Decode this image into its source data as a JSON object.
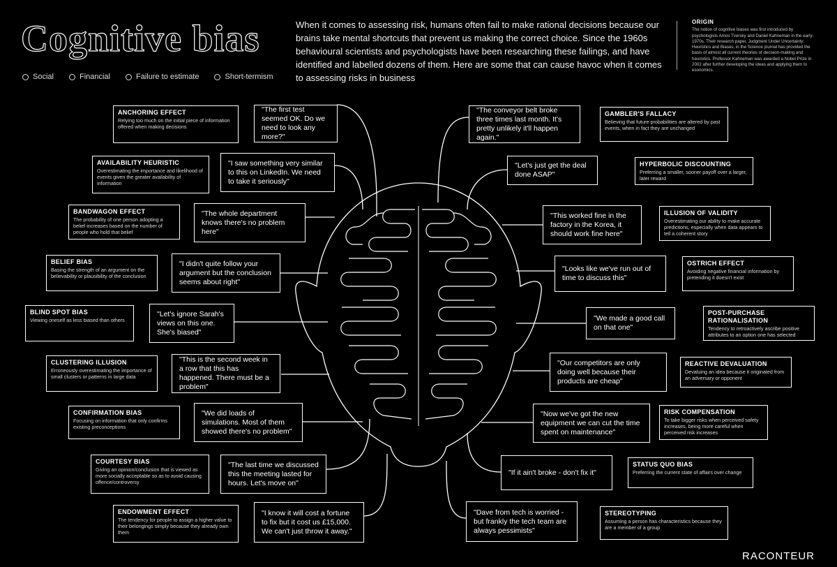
{
  "title": "Cognitive bias",
  "legend": [
    "Social",
    "Financial",
    "Failure to estimate",
    "Short-termism"
  ],
  "intro": "When it comes to assessing risk, humans often fail to make rational decisions because our brains take mental shortcuts that prevent us making the correct choice. Since the 1960s behavioural scientists and psychologists have been researching these failings, and have identified and labelled dozens of them. Here are some that can cause havoc when it comes to assessing risks in business",
  "origin": {
    "title": "ORIGIN",
    "text": "The notion of cognitive biases was first introduced by psychologists Amos Tversky and Daniel Kahneman in the early-1970s. Their research paper, Judgment Under Uncertainty: Heuristics and Biases, in the Science journal has provided the basis of almost all current theories of decision-making and heuristics. Professor Kahneman was awarded a Nobel Prize in 2002 after further developing the ideas and applying them to economics."
  },
  "left": [
    {
      "name": "ANCHORING EFFECT",
      "def": "Relying too much on the initial piece of information offered when making decisions",
      "quote": "\"The first test seemed OK. Do we need to look any more?\""
    },
    {
      "name": "AVAILABILITY HEURISTIC",
      "def": "Overestimating the importance and likelihood of events given the greater availability of information",
      "quote": "\"I saw something very similar to this on LinkedIn. We need to take it seriously\""
    },
    {
      "name": "BANDWAGON EFFECT",
      "def": "The probability of one person adopting a belief increases based on the number of people who hold that belief",
      "quote": "\"The whole department knows there's no problem here\""
    },
    {
      "name": "BELIEF BIAS",
      "def": "Basing the strength of an argument on the believability or plausibility of the conclusion",
      "quote": "\"I didn't quite follow your argument but the conclusion seems about right\""
    },
    {
      "name": "BLIND SPOT BIAS",
      "def": "Viewing oneself as less biased than others",
      "quote": "\"Let's ignore Sarah's views on this one. She's biased\""
    },
    {
      "name": "CLUSTERING ILLUSION",
      "def": "Erroneously overestimating the importance of small clusters or patterns in large data",
      "quote": "\"This is the second week in a row that this has happened. There must be a problem\""
    },
    {
      "name": "CONFIRMATION BIAS",
      "def": "Focusing on information that only confirms existing preconceptions",
      "quote": "\"We did loads of simulations. Most of them showed there's no problem\""
    },
    {
      "name": "COURTESY BIAS",
      "def": "Giving an opinion/conclusion that is viewed as more socially acceptable so as to avoid causing offence/controversy",
      "quote": "\"The last time we discussed this the meeting lasted for hours. Let's move on\""
    },
    {
      "name": "ENDOWMENT EFFECT",
      "def": "The tendency for people to assign a higher value to their belongings simply because they already own them",
      "quote": "\"I know it will cost a fortune to fix but it cost us £15,000. We can't just throw it away.\""
    }
  ],
  "right": [
    {
      "name": "GAMBLER'S FALLACY",
      "def": "Believing that future probabilities are altered by past events, when in fact they are unchanged",
      "quote": "\"The conveyor belt broke three times last month. It's pretty unlikely it'll happen again.\""
    },
    {
      "name": "HYPERBOLIC DISCOUNTING",
      "def": "Preferring a smaller, sooner payoff over a larger, later reward",
      "quote": "\"Let's just get the deal done ASAP\""
    },
    {
      "name": "ILLUSION OF VALIDITY",
      "def": "Overestimating our ability to make accurate predictions, especially when data appears to tell a coherent story",
      "quote": "\"This worked fine in the factory in the Korea, it should work fine here\""
    },
    {
      "name": "OSTRICH EFFECT",
      "def": "Avoiding negative financial information by pretending it doesn't exist",
      "quote": "\"Looks like we've run out of time to discuss this\""
    },
    {
      "name": "POST-PURCHASE RATIONALISATION",
      "def": "Tendency to retroactively ascribe positive attributes to an option one has selected",
      "quote": "\"We made a good call on that one\""
    },
    {
      "name": "REACTIVE DEVALUATION",
      "def": "Devaluing an idea because it originated from an adversary or opponent",
      "quote": "\"Our competitors are only doing well because their products are cheap\""
    },
    {
      "name": "RISK COMPENSATION",
      "def": "To take bigger risks when perceived safety increases, being more careful when perceived risk increases",
      "quote": "\"Now we've got the new equipment we can cut the time spent on maintenance\""
    },
    {
      "name": "STATUS QUO BIAS",
      "def": "Preferring the current state of affairs over change",
      "quote": "\"If it ain't broke - don't fix it\""
    },
    {
      "name": "STEREOTYPING",
      "def": "Assuming a person has characteristics because they are a member of a group",
      "quote": "\"Dave from tech is worried - but frankly the tech team are always pessimists\""
    }
  ],
  "brand": "RACONTEUR"
}
